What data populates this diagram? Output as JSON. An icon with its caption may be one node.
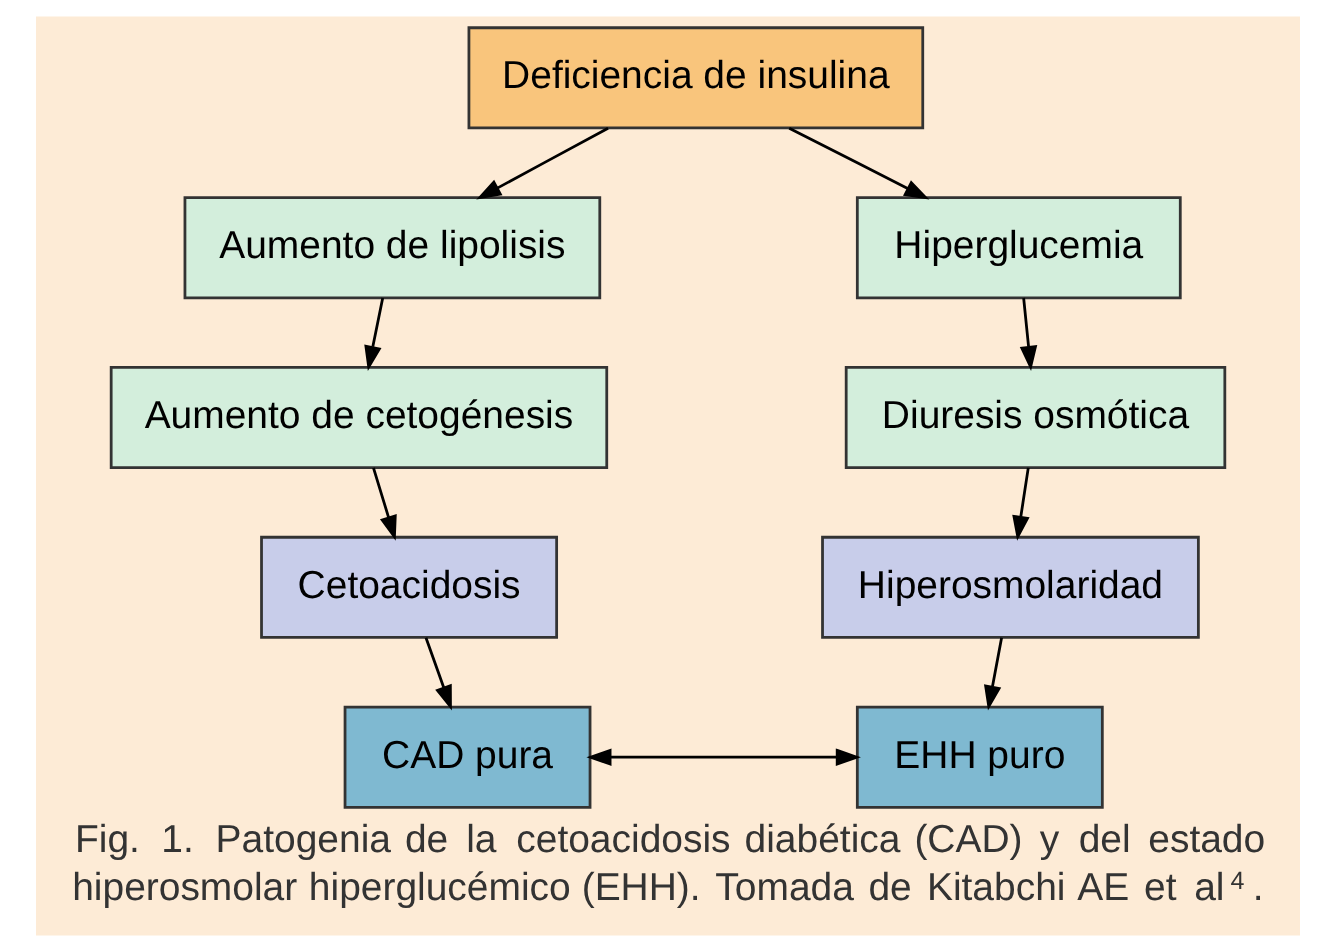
{
  "diagram": {
    "caption": "Fig. 1. Patogenia de la cetoacidosis diabética (CAD) y del estado hiperosmolar hiperglucémico (EHH). Tomada de Kitabchi AE et al$^{4}$.",
    "nodes": [
      {
        "text": [
          "Deficiencia de insulina"
        ]
      },
      {
        "text": [
          "Aumento de lipolisis"
        ]
      },
      {
        "text": [
          "Hiperglucemia"
        ]
      },
      {
        "text": [
          "Aumento de cetogénesis"
        ]
      },
      {
        "text": [
          "Diuresis osmótica"
        ]
      },
      {
        "text": [
          "Cetoacidosis"
        ]
      },
      {
        "text": [
          "Hiperosmolaridad"
        ]
      },
      {
        "text": [
          "CAD pura"
        ]
      },
      {
        "text": [
          "EHH puro"
        ]
      }
    ],
    "edges": [
      {
        "from": 0,
        "to": 1,
        "arrow": "to"
      },
      {
        "from": 0,
        "to": 2,
        "arrow": "to"
      },
      {
        "from": 1,
        "to": 3,
        "arrow": "to"
      },
      {
        "from": 3,
        "to": 5,
        "arrow": "to"
      },
      {
        "from": 5,
        "to": 7,
        "arrow": "to"
      },
      {
        "from": 2,
        "to": 4,
        "arrow": "to"
      },
      {
        "from": 4,
        "to": 6,
        "arrow": "to"
      },
      {
        "from": 6,
        "to": 8,
        "arrow": "to"
      },
      {
        "from": 7,
        "to": 8,
        "arrow": "both"
      }
    ]
  }
}
